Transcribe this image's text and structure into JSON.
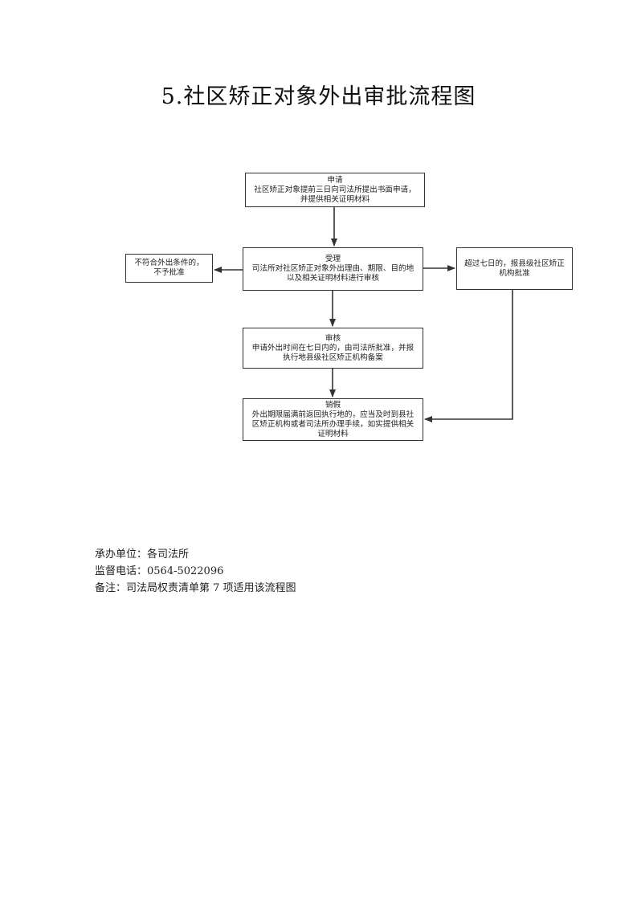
{
  "title": "5.社区矫正对象外出审批流程图",
  "nodes": {
    "apply": {
      "heading": "申请",
      "lines": [
        "社区矫正对象提前三日向司法所提出书面申请，",
        "并提供相关证明材料"
      ]
    },
    "accept": {
      "heading": "受理",
      "lines": [
        "司法所对社区矫正对象外出理由、期限、目的地",
        "以及相关证明材料进行审核"
      ]
    },
    "reject": {
      "lines": [
        "不符合外出条件的，",
        "不予批准"
      ]
    },
    "over7": {
      "lines": [
        "超过七日的，报县级社区矫正",
        "机构批准"
      ]
    },
    "review": {
      "heading": "审核",
      "lines": [
        "申请外出时间在七日内的，由司法所批准，并报",
        "执行地县级社区矫正机构备案"
      ]
    },
    "cancel": {
      "heading": "销假",
      "lines": [
        "外出期限届满前返回执行地的，应当及时到县社",
        "区矫正机构或者司法所办理手续，如实提供相关",
        "证明材料"
      ]
    }
  },
  "footer": {
    "unit": "承办单位：各司法所",
    "phone": "监督电话：0564-5022096",
    "note": "备注：司法局权责清单第 7 项适用该流程图"
  }
}
